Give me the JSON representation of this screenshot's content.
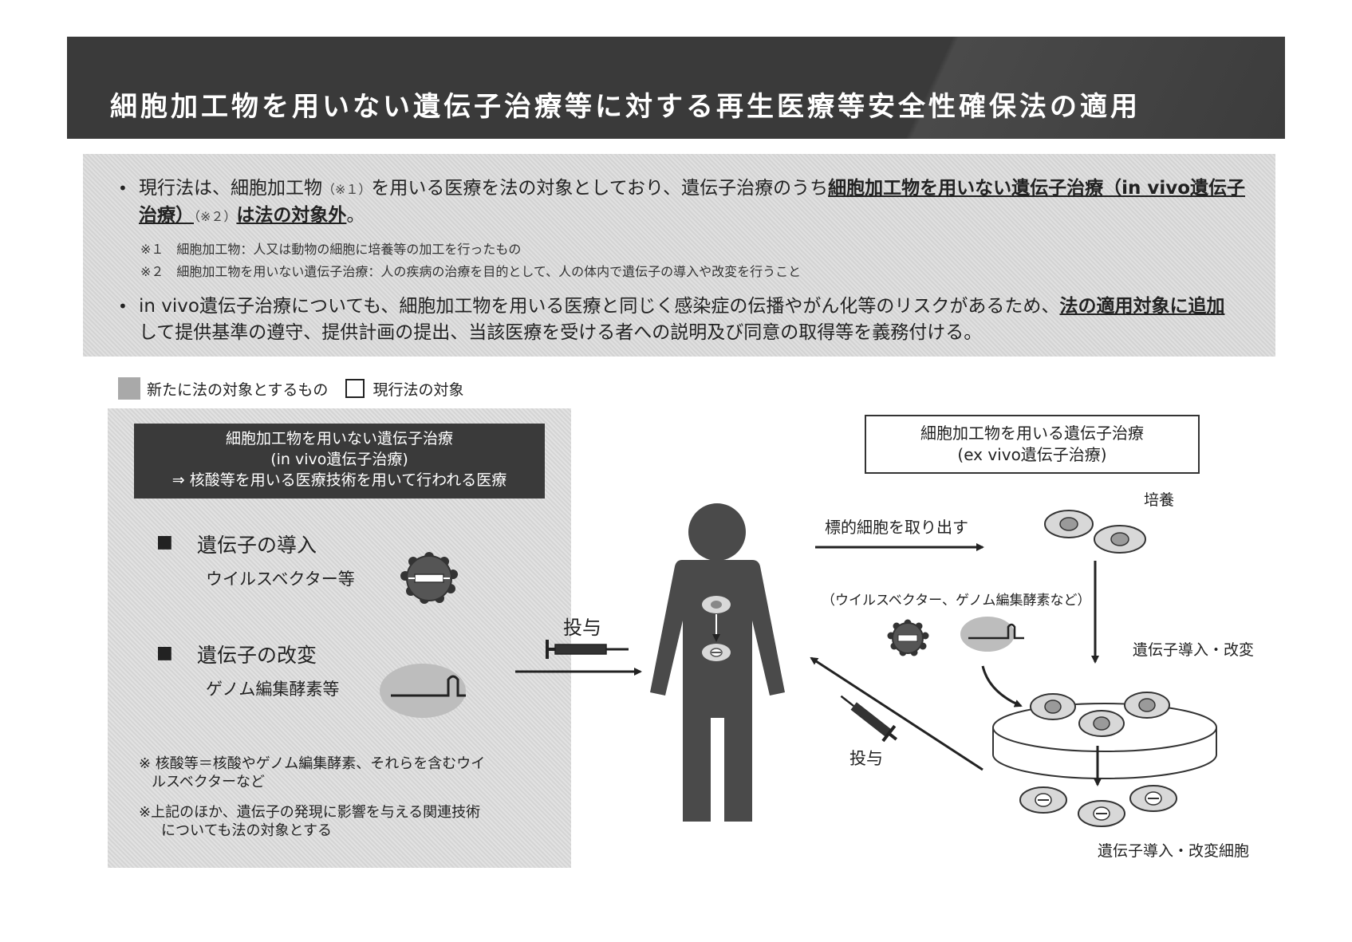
{
  "title": "細胞加工物を用いない遺伝子治療等に対する再生医療等安全性確保法の適用",
  "summary": {
    "bullet1": {
      "text_a": "現行法は、細胞加工物",
      "ref1": "（※１）",
      "text_b": "を用いる医療を法の対象としており、遺伝子治療のうち",
      "emph_a": "細胞加工物を用いない遺伝子治療（in vivo遺伝子治療）",
      "ref2": "（※２）",
      "emph_b": "は法の対象外",
      "text_c": "。"
    },
    "note1": "※１　細胞加工物：人又は動物の細胞に培養等の加工を行ったもの",
    "note2": "※２　細胞加工物を用いない遺伝子治療：人の疾病の治療を目的として、人の体内で遺伝子の導入や改変を行うこと",
    "bullet2": {
      "text_a": "in vivo遺伝子治療についても、細胞加工物を用いる医療と同じく感染症の伝播やがん化等のリスクがあるため、",
      "emph": "法の適用対象に追加",
      "text_b": "して提供基準の遵守、提供計画の提出、当該医療を受ける者への説明及び同意の取得等を義務付ける。"
    }
  },
  "legend": {
    "new_label": "新たに法の対象とするもの",
    "current_label": "現行法の対象"
  },
  "left_panel": {
    "header_line1": "細胞加工物を用いない遺伝子治療",
    "header_line2": "(in vivo遺伝子治療)",
    "header_line3": "⇒ 核酸等を用いる医療技術を用いて行われる医療",
    "item1_marker": "■",
    "item1_title": "遺伝子の導入",
    "item1_sub": "ウイルスベクター等",
    "item2_marker": "■",
    "item2_title": "遺伝子の改変",
    "item2_sub": "ゲノム編集酵素等",
    "note1_line1": "※ 核酸等＝核酸やゲノム編集酵素、それらを含むウイ",
    "note1_line2": "ルスベクターなど",
    "note2_line1": "※上記のほか、遺伝子の発現に影響を与える関連技術",
    "note2_line2": "についても法の対象とする"
  },
  "center": {
    "dose_left": "投与"
  },
  "right_panel": {
    "box_line1": "細胞加工物を用いる遺伝子治療",
    "box_line2": "(ex vivo遺伝子治療)",
    "culture": "培養",
    "extract": "標的細胞を取り出す",
    "vectors": "（ウイルスベクター、ゲノム編集酵素など）",
    "transfer": "遺伝子導入・改変",
    "dose_right": "投与",
    "result": "遺伝子導入・改変細胞"
  }
}
